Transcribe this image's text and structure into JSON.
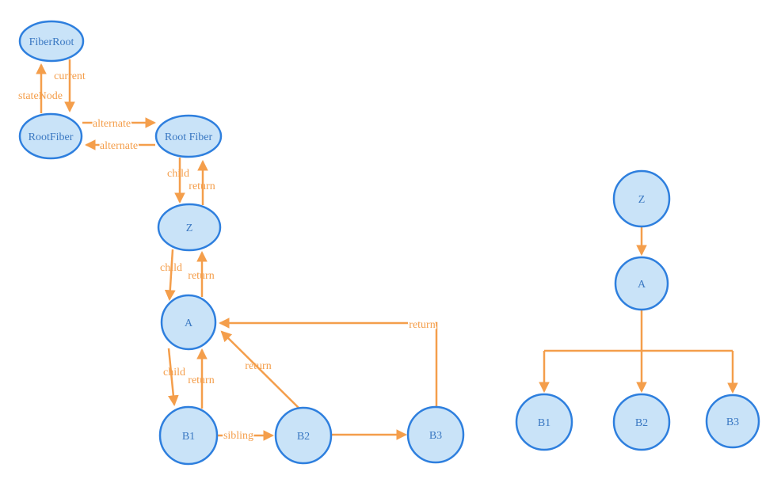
{
  "colors": {
    "node_fill": "#c9e3f8",
    "node_stroke": "#2e7fde",
    "node_text": "#3a78c2",
    "arrow": "#f49e4b",
    "background": "#ffffff"
  },
  "left_diagram": {
    "nodes": {
      "fiberRoot": {
        "label": "FiberRoot"
      },
      "rootFiber": {
        "label": "RootFiber"
      },
      "rootFiberAlt": {
        "label": "Root Fiber"
      },
      "z": {
        "label": "Z"
      },
      "a": {
        "label": "A"
      },
      "b1": {
        "label": "B1"
      },
      "b2": {
        "label": "B2"
      },
      "b3": {
        "label": "B3"
      }
    },
    "edges": {
      "current": {
        "from": "FiberRoot",
        "to": "RootFiber",
        "label": "current"
      },
      "stateNode": {
        "from": "RootFiber",
        "to": "FiberRoot",
        "label": "stateNode"
      },
      "alternateTop": {
        "from": "RootFiber",
        "to": "Root Fiber",
        "label": "alternate"
      },
      "alternateBottom": {
        "from": "Root Fiber",
        "to": "RootFiber",
        "label": "alternate"
      },
      "childRootToZ": {
        "from": "Root Fiber",
        "to": "Z",
        "label": "child"
      },
      "returnZToRoot": {
        "from": "Z",
        "to": "Root Fiber",
        "label": "return"
      },
      "childZToA": {
        "from": "Z",
        "to": "A",
        "label": "child"
      },
      "returnAToZ": {
        "from": "A",
        "to": "Z",
        "label": "return"
      },
      "childAToB1": {
        "from": "A",
        "to": "B1",
        "label": "child"
      },
      "returnB1ToA": {
        "from": "B1",
        "to": "A",
        "label": "return"
      },
      "siblingB1ToB2": {
        "from": "B1",
        "to": "B2",
        "label": "sibling"
      },
      "siblingB2ToB3": {
        "from": "B2",
        "to": "B3",
        "label": ""
      },
      "returnB2ToA": {
        "from": "B2",
        "to": "A",
        "label": "return"
      },
      "returnB3ToA": {
        "from": "B3",
        "to": "A",
        "label": "return"
      }
    }
  },
  "right_diagram": {
    "nodes": {
      "z": {
        "label": "Z"
      },
      "a": {
        "label": "A"
      },
      "b1": {
        "label": "B1"
      },
      "b2": {
        "label": "B2"
      },
      "b3": {
        "label": "B3"
      }
    },
    "edges": {
      "zToA": {
        "from": "Z",
        "to": "A",
        "label": ""
      },
      "aToB1": {
        "from": "A",
        "to": "B1",
        "label": ""
      },
      "aToB2": {
        "from": "A",
        "to": "B2",
        "label": ""
      },
      "aToB3": {
        "from": "A",
        "to": "B3",
        "label": ""
      }
    }
  }
}
